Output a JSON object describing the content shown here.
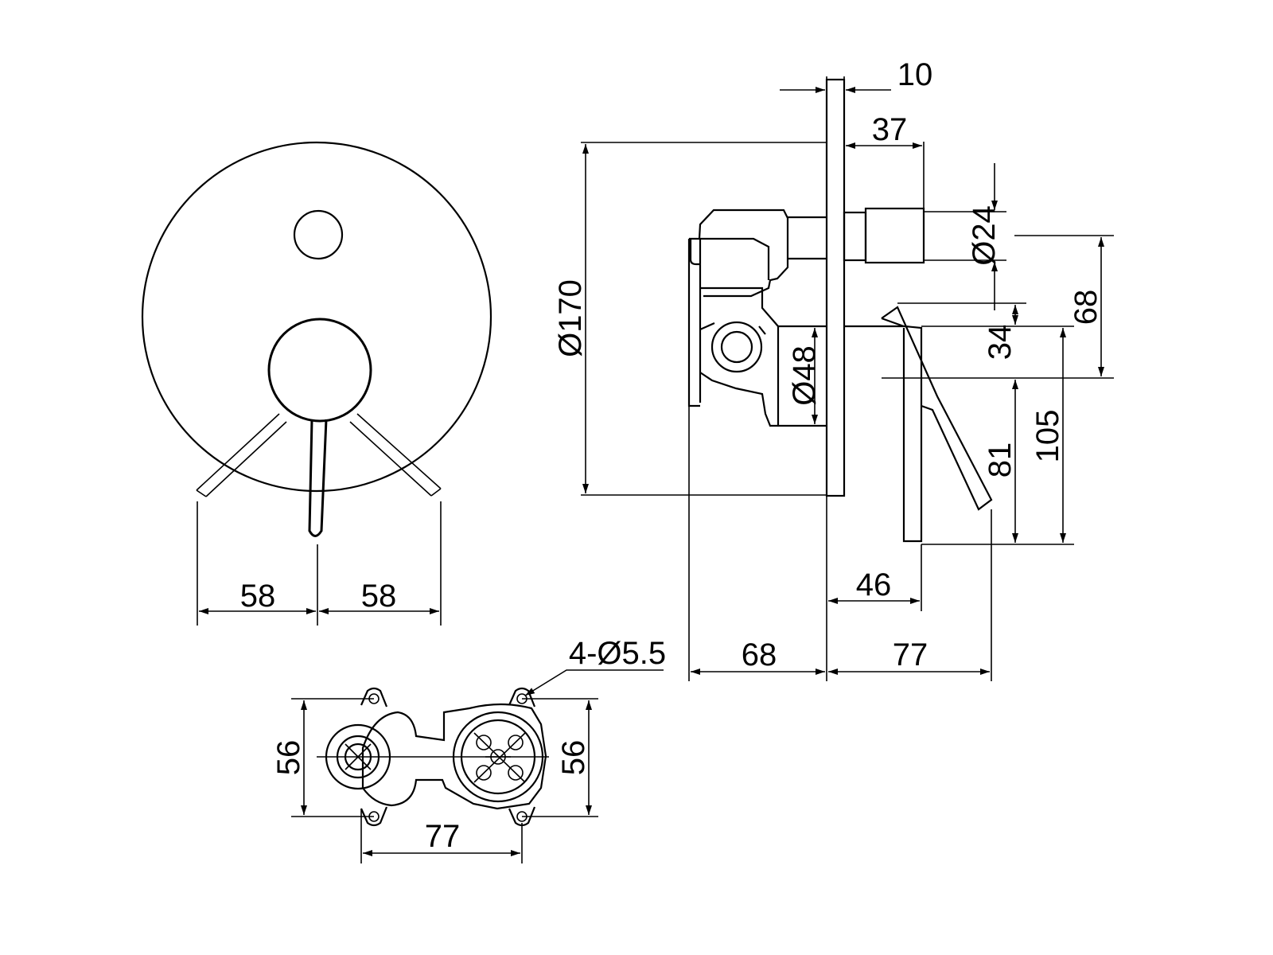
{
  "drawing": {
    "front_view": {
      "dim_left_lever_offset": "58",
      "dim_right_lever_offset": "58"
    },
    "side_view": {
      "dim_wall_plate_thickness": "10",
      "dim_diverter_projection": "37",
      "dim_diverter_diameter": "Ø24",
      "dim_plate_diameter": "Ø170",
      "dim_body_diameter": "Ø48",
      "dim_diverter_to_axis": "68",
      "dim_handle_gap": "34",
      "dim_lever_81": "81",
      "dim_lever_105": "105",
      "dim_lever_depth": "46",
      "dim_body_depth": "68",
      "dim_handle_reach": "77"
    },
    "bottom_view": {
      "dim_holes": "4-Ø5.5",
      "dim_height_left": "56",
      "dim_height_right": "56",
      "dim_width": "77"
    }
  }
}
